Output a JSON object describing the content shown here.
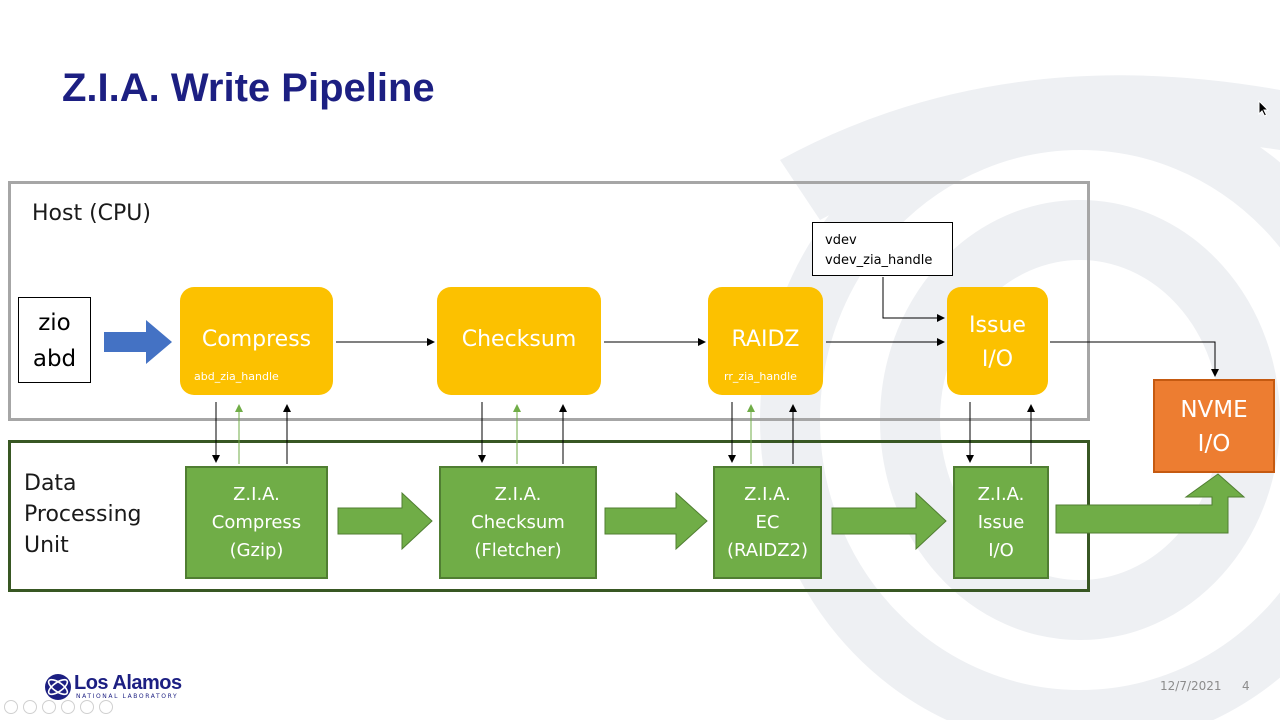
{
  "title": "Z.I.A. Write Pipeline",
  "host_label": "Host (CPU)",
  "dpu_label": [
    "Data",
    "Processing",
    "Unit"
  ],
  "zio": [
    "zio",
    "abd"
  ],
  "host_stages": [
    {
      "name": "Compress",
      "sub": "abd_zia_handle"
    },
    {
      "name": "Checksum",
      "sub": ""
    },
    {
      "name": "RAIDZ",
      "sub": "rr_zia_handle"
    },
    {
      "name": "Issue\nI/O",
      "lines": [
        "Issue",
        "I/O"
      ],
      "sub": ""
    }
  ],
  "dpu_stages": [
    {
      "lines": [
        "Z.I.A.",
        "Compress",
        "(Gzip)"
      ]
    },
    {
      "lines": [
        "Z.I.A.",
        "Checksum",
        "(Fletcher)"
      ]
    },
    {
      "lines": [
        "Z.I.A.",
        "EC",
        "(RAIDZ2)"
      ]
    },
    {
      "lines": [
        "Z.I.A.",
        "Issue",
        "I/O"
      ]
    }
  ],
  "vdev": [
    "vdev",
    "vdev_zia_handle"
  ],
  "nvme": [
    "NVME",
    "I/O"
  ],
  "logo": {
    "name": "Los Alamos",
    "sub": "NATIONAL LABORATORY"
  },
  "footer": {
    "date": "12/7/2021",
    "page": "4"
  },
  "colors": {
    "title": "#1c1f82",
    "host_stage": "#fcc100",
    "dpu_stage": "#70ad47",
    "nvme": "#ed7d31",
    "blue_arrow": "#4472c4",
    "green_arrow": "#70ad47"
  }
}
